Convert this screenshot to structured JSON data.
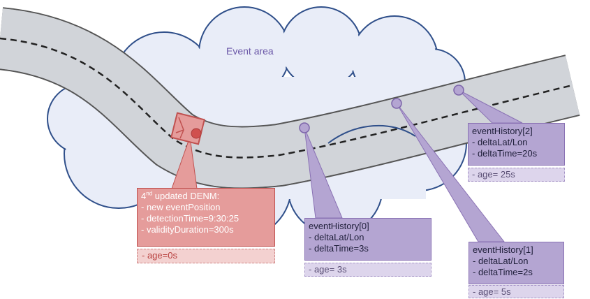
{
  "area_label": "Event area",
  "denm": {
    "title_prefix": "4",
    "title_sup": "nd",
    "title_rest": " updated DENM:",
    "lines": [
      "- new eventPosition",
      "- detectionTime=9:30:25",
      "- validityDuration=300s"
    ],
    "age": "- age=0s"
  },
  "history": [
    {
      "title": "eventHistory[0]",
      "lines": [
        "- deltaLat/Lon",
        "- deltaTime=3s"
      ],
      "age": "- age= 3s"
    },
    {
      "title": "eventHistory[1]",
      "lines": [
        "- deltaLat/Lon",
        "- deltaTime=2s"
      ],
      "age": "- age= 5s"
    },
    {
      "title": "eventHistory[2]",
      "lines": [
        "- deltaLat/Lon",
        "- deltaTime=20s"
      ],
      "age": "- age= 25s"
    }
  ],
  "colors": {
    "cloud_fill": "#e9edf8",
    "cloud_stroke": "#2f4f8a",
    "road_fill": "#c8cbd2",
    "event_red": "#d0504e",
    "history_purple": "#b4a5d2"
  }
}
